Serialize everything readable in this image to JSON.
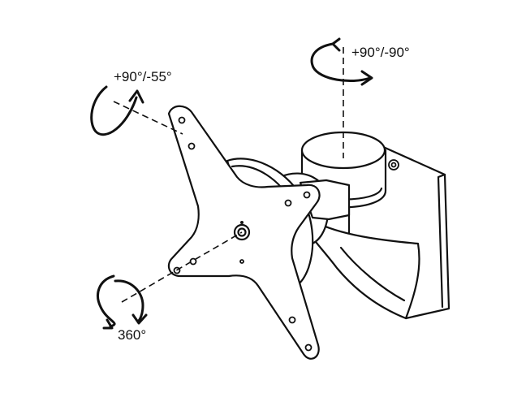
{
  "diagram": {
    "labels": {
      "vertical_rotation": "+90°/-90°",
      "tilt_rotation": "+90°/-55°",
      "full_rotation": "360°"
    },
    "colors": {
      "ink": "#111111",
      "background": "#ffffff"
    }
  }
}
